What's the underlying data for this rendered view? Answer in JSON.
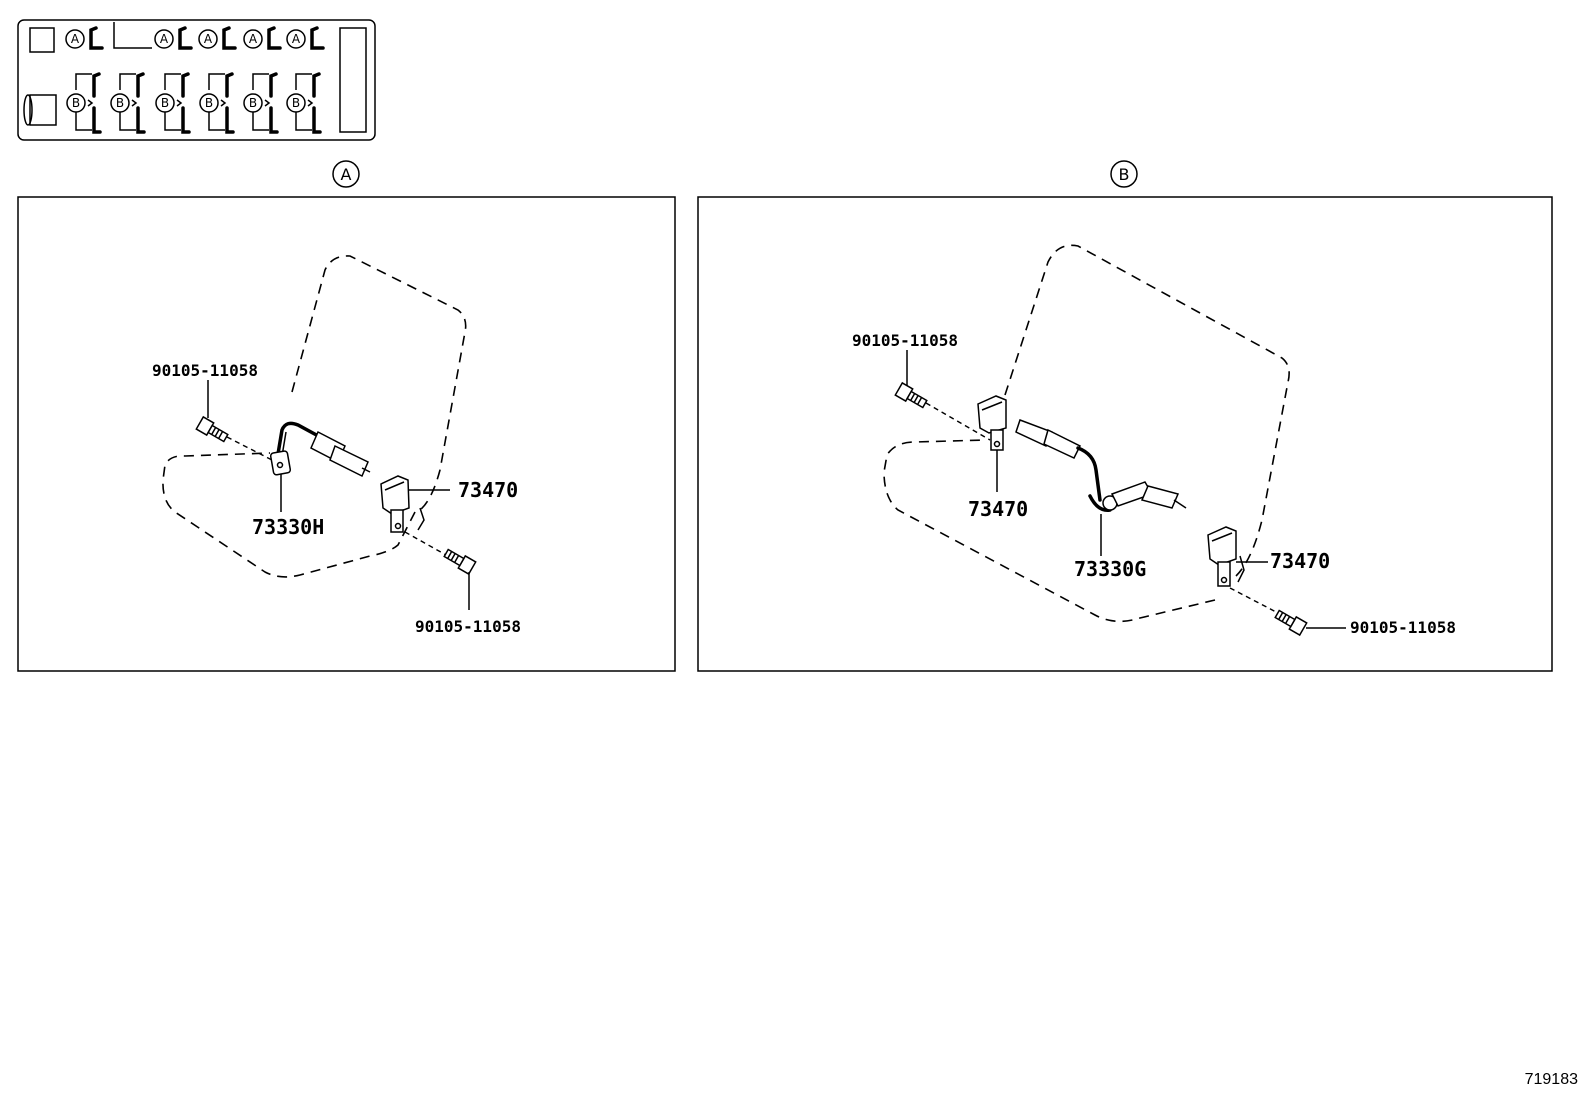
{
  "key_panel": {
    "letters": [
      "A",
      "A",
      "A",
      "A",
      "A",
      "B",
      "B",
      "B",
      "B",
      "B",
      "B"
    ]
  },
  "view_a": {
    "marker": "A",
    "labels": {
      "bolt_top": "90105-11058",
      "belt": "73330H",
      "buckle": "73470",
      "bolt_bottom": "90105-11058"
    }
  },
  "view_b": {
    "marker": "B",
    "labels": {
      "bolt_top": "90105-11058",
      "buckle_left": "73470",
      "belt": "73330G",
      "buckle_right": "73470",
      "bolt_bottom": "90105-11058"
    }
  },
  "illustration_number": "719183"
}
